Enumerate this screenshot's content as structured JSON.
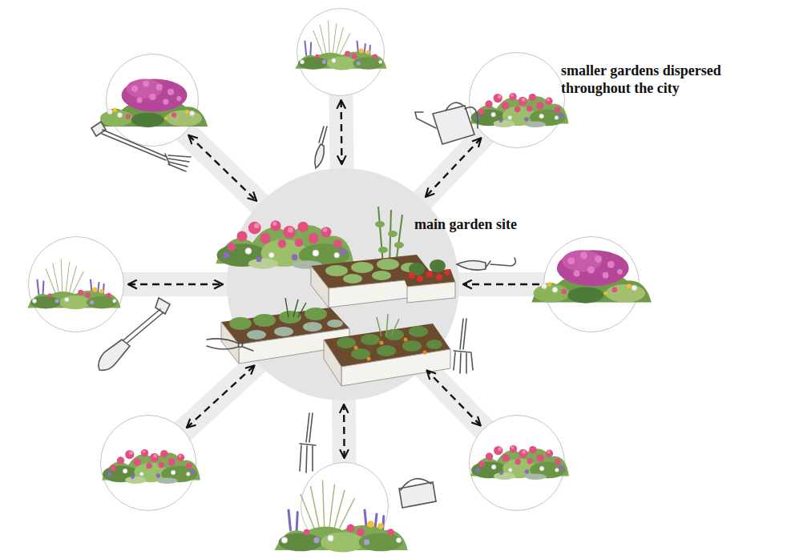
{
  "diagram": {
    "nodes": [
      {
        "text": []
      },
      {
        "text": []
      },
      {
        "text": [
          "smaller gardens dispersed throughout the city"
        ]
      },
      {
        "text": []
      },
      {
        "text": [
          "main garden site"
        ]
      },
      {
        "text": []
      },
      {
        "text": []
      },
      {
        "text": []
      },
      {
        "text": []
      }
    ],
    "edges": [
      {
        "from": 0,
        "to": 4,
        "arrow": "both"
      },
      {
        "from": 1,
        "to": 4,
        "arrow": "both"
      },
      {
        "from": 2,
        "to": 4,
        "arrow": "both"
      },
      {
        "from": 3,
        "to": 4,
        "arrow": "both"
      },
      {
        "from": 5,
        "to": 4,
        "arrow": "to"
      },
      {
        "from": 6,
        "to": 4,
        "arrow": "both"
      },
      {
        "from": 7,
        "to": 4,
        "arrow": "both"
      },
      {
        "from": 8,
        "to": 4,
        "arrow": "both"
      }
    ]
  }
}
